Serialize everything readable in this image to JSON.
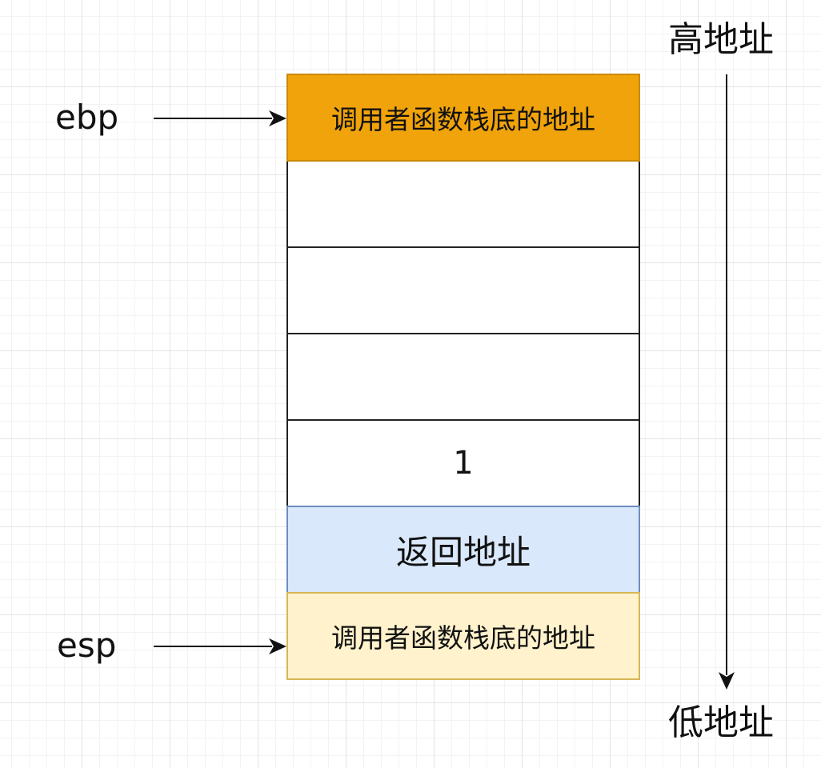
{
  "registers": {
    "ebp": "ebp",
    "esp": "esp"
  },
  "address_labels": {
    "high": "高地址",
    "low": "低地址"
  },
  "stack_cells": [
    {
      "text": "调用者函数栈底的地址",
      "fill": "#f0a30a",
      "stroke": "#c98a08"
    },
    {
      "text": "",
      "fill": "#ffffff",
      "stroke": "#222222"
    },
    {
      "text": "",
      "fill": "#ffffff",
      "stroke": "#222222"
    },
    {
      "text": "",
      "fill": "#ffffff",
      "stroke": "#222222"
    },
    {
      "text": "1",
      "fill": "#ffffff",
      "stroke": "#222222"
    },
    {
      "text": "返回地址",
      "fill": "#dae8fc",
      "stroke": "#6c8ebf"
    },
    {
      "text": "调用者函数栈底的地址",
      "fill": "#fff2cc",
      "stroke": "#d6b656"
    }
  ]
}
